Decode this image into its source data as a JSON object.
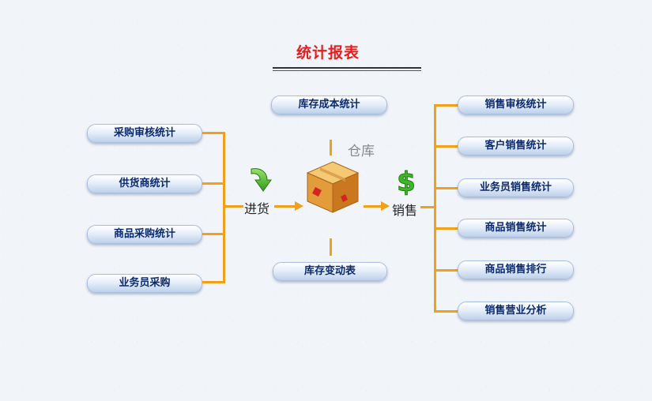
{
  "title": "统计报表",
  "left_buttons": [
    "采购审核统计",
    "供货商统计",
    "商品采购统计",
    "业务员采购"
  ],
  "center_top_button": "库存成本统计",
  "center_bottom_button": "库存变动表",
  "right_buttons": [
    "销售审核统计",
    "客户销售统计",
    "业务员销售统计",
    "商品销售统计",
    "商品销售排行",
    "销售营业分析"
  ],
  "labels": {
    "purchase": "进货",
    "warehouse": "仓库",
    "sales": "销售"
  },
  "icons": {
    "purchase": "green-down-arrow-icon",
    "warehouse": "cardboard-box-icon",
    "sales": "dollar-sign-icon"
  },
  "colors": {
    "title": "#e31e1e",
    "connector": "#f0a019",
    "button_text": "#0b2a6e"
  }
}
